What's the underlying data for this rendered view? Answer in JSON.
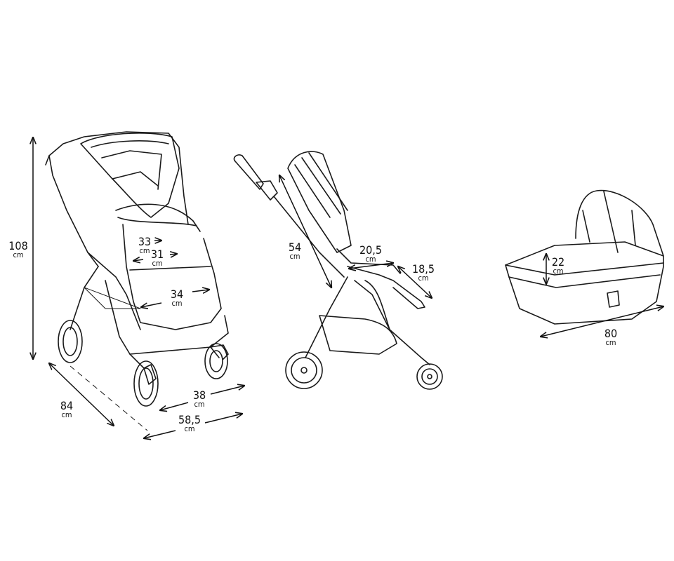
{
  "dimensions": {
    "height": {
      "value": "108",
      "unit": "cm"
    },
    "seat_width_top": {
      "value": "33",
      "unit": "cm"
    },
    "seat_width": {
      "value": "31",
      "unit": "cm"
    },
    "footrest_width": {
      "value": "34",
      "unit": "cm"
    },
    "length": {
      "value": "84",
      "unit": "cm"
    },
    "inner_width": {
      "value": "38",
      "unit": "cm"
    },
    "width": {
      "value": "58,5",
      "unit": "cm"
    },
    "backrest_height": {
      "value": "54",
      "unit": "cm"
    },
    "seat_depth": {
      "value": "20,5",
      "unit": "cm"
    },
    "legrest_length": {
      "value": "18,5",
      "unit": "cm"
    },
    "carrycot_depth": {
      "value": "22",
      "unit": "cm"
    },
    "carrycot_length": {
      "value": "80",
      "unit": "cm"
    }
  }
}
